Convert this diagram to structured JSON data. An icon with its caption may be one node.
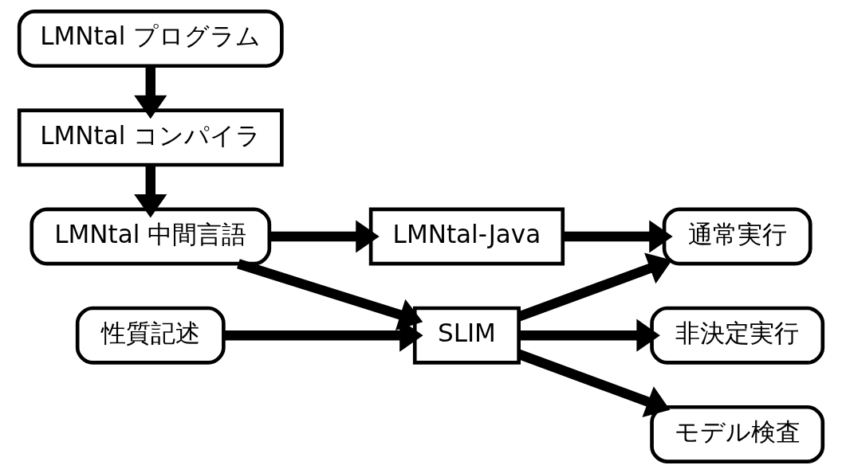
{
  "diagram": {
    "nodes": [
      {
        "text": [
          "LMNtal プログラム"
        ]
      },
      {
        "text": [
          "LMNtal コンパイラ"
        ]
      },
      {
        "text": [
          "LMNtal 中間言語"
        ]
      },
      {
        "text": [
          "性質記述"
        ]
      },
      {
        "text": [
          "LMNtal-Java"
        ]
      },
      {
        "text": [
          "SLIM"
        ]
      },
      {
        "text": [
          "通常実行"
        ]
      },
      {
        "text": [
          "非決定実行"
        ]
      },
      {
        "text": [
          "モデル検査"
        ]
      }
    ],
    "edges": [
      {
        "from": 0,
        "to": 1,
        "arrow": "to"
      },
      {
        "from": 1,
        "to": 2,
        "arrow": "to"
      },
      {
        "from": 2,
        "to": 4,
        "arrow": "to"
      },
      {
        "from": 2,
        "to": 5,
        "arrow": "to"
      },
      {
        "from": 3,
        "to": 5,
        "arrow": "to"
      },
      {
        "from": 4,
        "to": 6,
        "arrow": "to"
      },
      {
        "from": 5,
        "to": 6,
        "arrow": "to"
      },
      {
        "from": 5,
        "to": 7,
        "arrow": "to"
      },
      {
        "from": 5,
        "to": 8,
        "arrow": "to"
      }
    ]
  }
}
